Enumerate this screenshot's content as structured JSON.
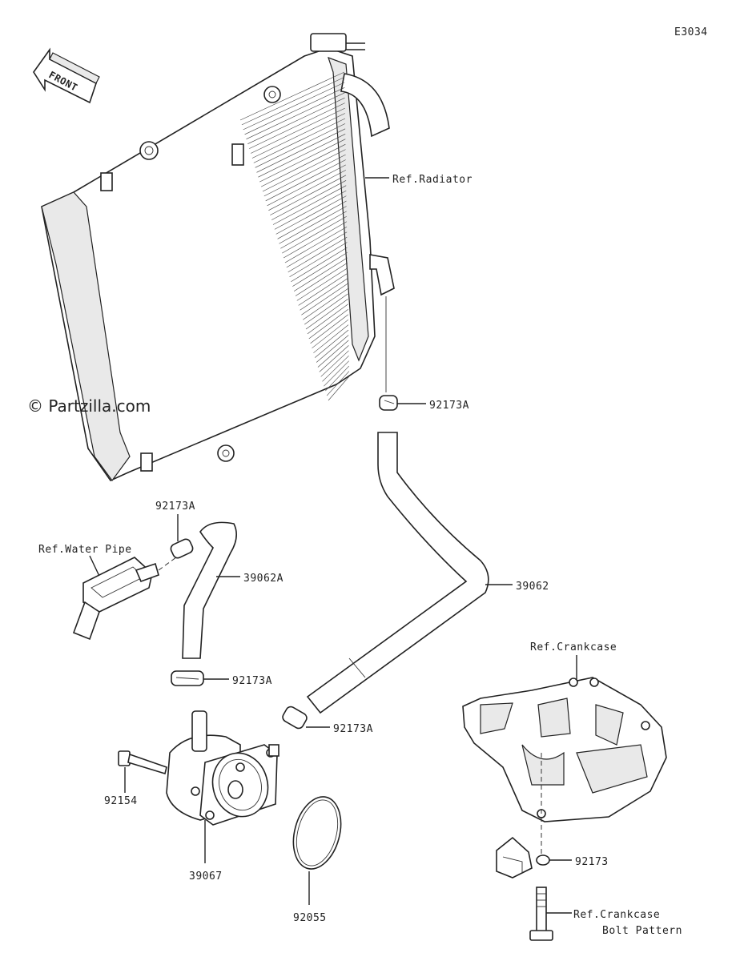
{
  "diagram_code": "E3034",
  "front_label": "FRONT",
  "watermark": "© Partzilla.com",
  "labels": {
    "ref_radiator": "Ref.Radiator",
    "clamp_upper": "92173A",
    "clamp_water_pipe": "92173A",
    "ref_water_pipe": "Ref.Water Pipe",
    "hose_39062a": "39062A",
    "hose_39062": "39062",
    "ref_crankcase": "Ref.Crankcase",
    "clamp_lower_left": "92173A",
    "clamp_lower_right": "92173A",
    "bolt_92154": "92154",
    "cooler_39067": "39067",
    "oring_92055": "92055",
    "clamp_92173": "92173",
    "ref_bolt_line1": "Ref.Crankcase",
    "ref_bolt_line2": "Bolt Pattern"
  }
}
